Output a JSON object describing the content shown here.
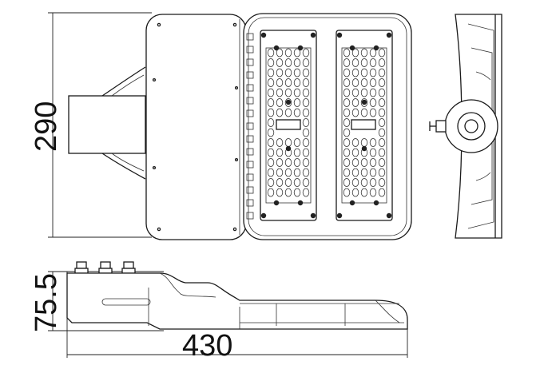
{
  "dimensions": {
    "height": "290",
    "depth": "75.5",
    "length": "430"
  }
}
